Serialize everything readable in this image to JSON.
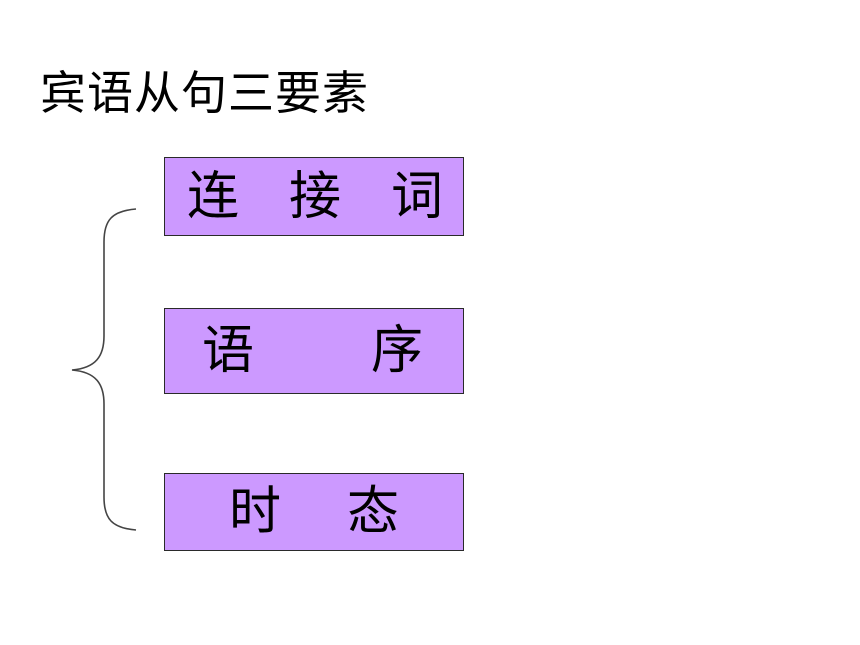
{
  "title": "宾语从句三要素",
  "boxes": [
    {
      "chars": [
        "连",
        "接",
        "词"
      ]
    },
    {
      "chars": [
        "语",
        "序"
      ]
    },
    {
      "chars": [
        "时",
        "态"
      ]
    }
  ],
  "colors": {
    "box_fill": "#cc99ff",
    "box_border": "#2a2a2a",
    "text": "#000000",
    "background": "#ffffff"
  }
}
